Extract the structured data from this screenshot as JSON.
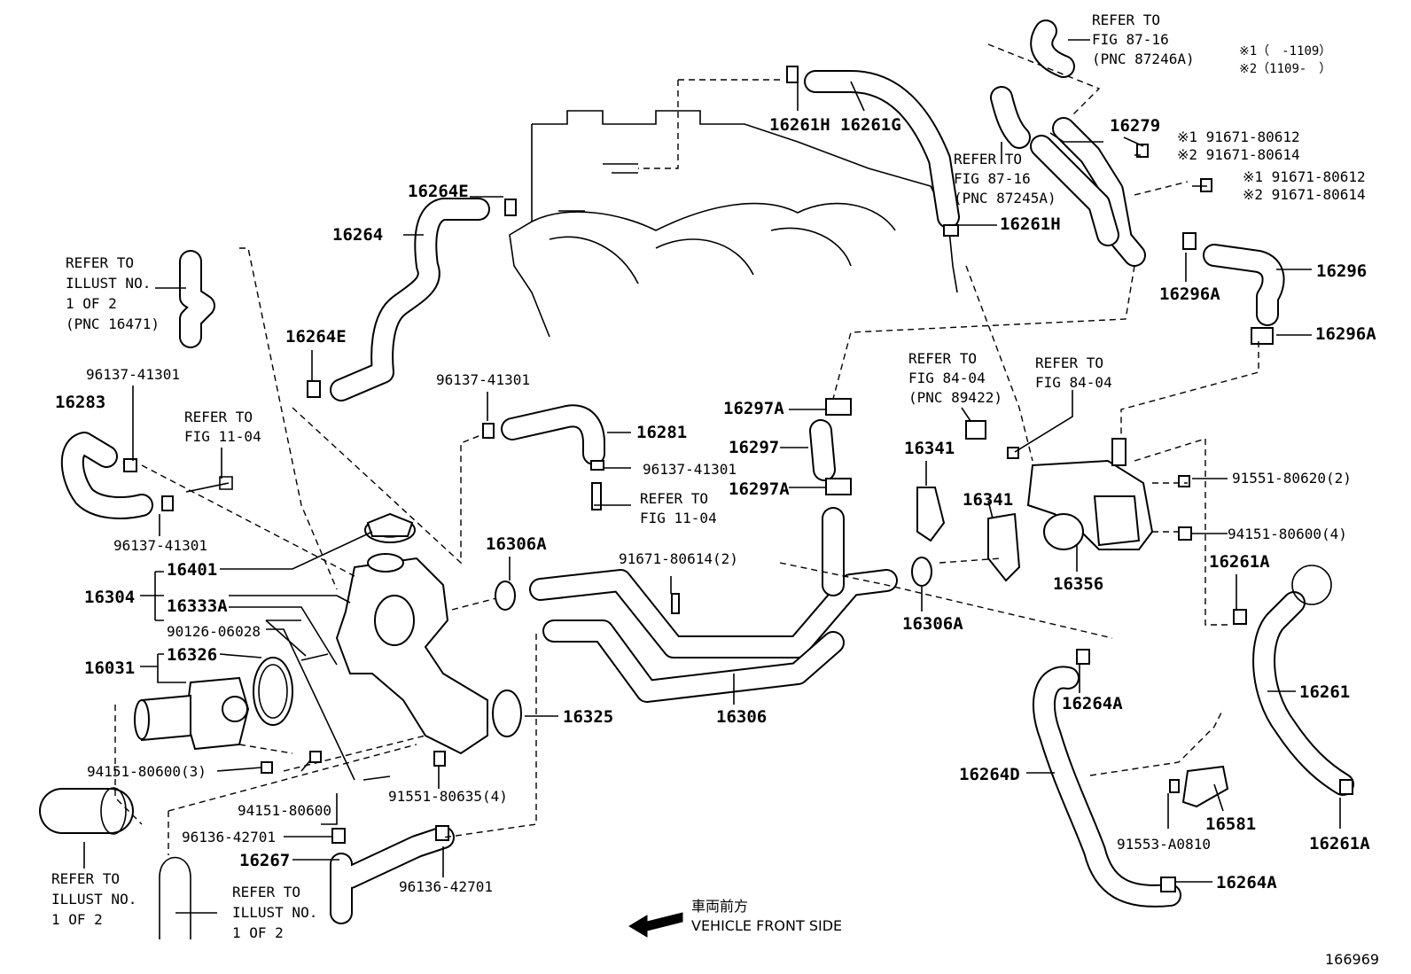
{
  "labels": {
    "p16261H_top": "16261H",
    "p16261G": "16261G",
    "p16279": "16279",
    "p16264E_top": "16264E",
    "p16264": "16264",
    "p16261H_mid": "16261H",
    "p16296": "16296",
    "p16296A_a": "16296A",
    "p16296A_b": "16296A",
    "p16264E_low": "16264E",
    "p16283": "16283",
    "p16281": "16281",
    "p16297A_a": "16297A",
    "p16297": "16297",
    "p16297A_b": "16297A",
    "p16341_a": "16341",
    "p16341_b": "16341",
    "p16356": "16356",
    "p16306A_a": "16306A",
    "p16306A_b": "16306A",
    "p16401": "16401",
    "p16304": "16304",
    "p16333A": "16333A",
    "p16031": "16031",
    "p16326": "16326",
    "p16325": "16325",
    "p16306": "16306",
    "p16261A_a": "16261A",
    "p16261A_b": "16261A",
    "p16261": "16261",
    "p16264A_a": "16264A",
    "p16264A_b": "16264A",
    "p16264D": "16264D",
    "p16581": "16581",
    "p16267": "16267"
  },
  "small_labels": {
    "b9613741301_a": "96137-41301",
    "b9613741301_b": "96137-41301",
    "b9613741301_c": "96137-41301",
    "b9613741301_d": "96137-41301",
    "b9167180614_2": "91671-80614(2)",
    "b9012606028": "90126-06028",
    "b9155180620_2": "91551-80620(2)",
    "b9415180600_4": "94151-80600(4)",
    "b9415180600_3": "94151-80600(3)",
    "b9415180600": "94151-80600",
    "b9155180635_4": "91551-80635(4)",
    "b9613642701_a": "96136-42701",
    "b9613642701_b": "96136-42701",
    "b91553A0810": "91553-A0810",
    "m1_91671_80612_a": "※1 91671-80612",
    "m2_91671_80614_a": "※2 91671-80614",
    "m1_91671_80612_b": "※1 91671-80612",
    "m2_91671_80614_b": "※2 91671-80614"
  },
  "legend": {
    "line1": "※1（　-1109）",
    "line2": "※2（1109-　）"
  },
  "refs": {
    "r8716_a": [
      "REFER TO",
      "FIG 87-16",
      "(PNC 87246A)"
    ],
    "r8716_b": [
      "REFER TO",
      "FIG 87-16",
      "(PNC 87245A)"
    ],
    "r_illust_top": [
      "REFER TO",
      "ILLUST NO.",
      "1 OF 2",
      "(PNC 16471)"
    ],
    "r1104_a": [
      "REFER TO",
      "FIG 11-04"
    ],
    "r1104_b": [
      "REFER TO",
      "FIG 11-04"
    ],
    "r8404_a": [
      "REFER TO",
      "FIG 84-04",
      "(PNC 89422)"
    ],
    "r8404_b": [
      "REFER TO",
      "FIG 84-04"
    ],
    "r_illust_bl": [
      "REFER TO",
      "ILLUST NO.",
      "1 OF 2"
    ],
    "r_illust_bc": [
      "REFER TO",
      "ILLUST NO.",
      "1 OF 2"
    ]
  },
  "direction": {
    "japanese": "車両前方",
    "english": "VEHICLE FRONT SIDE"
  },
  "figure_number": "166969"
}
